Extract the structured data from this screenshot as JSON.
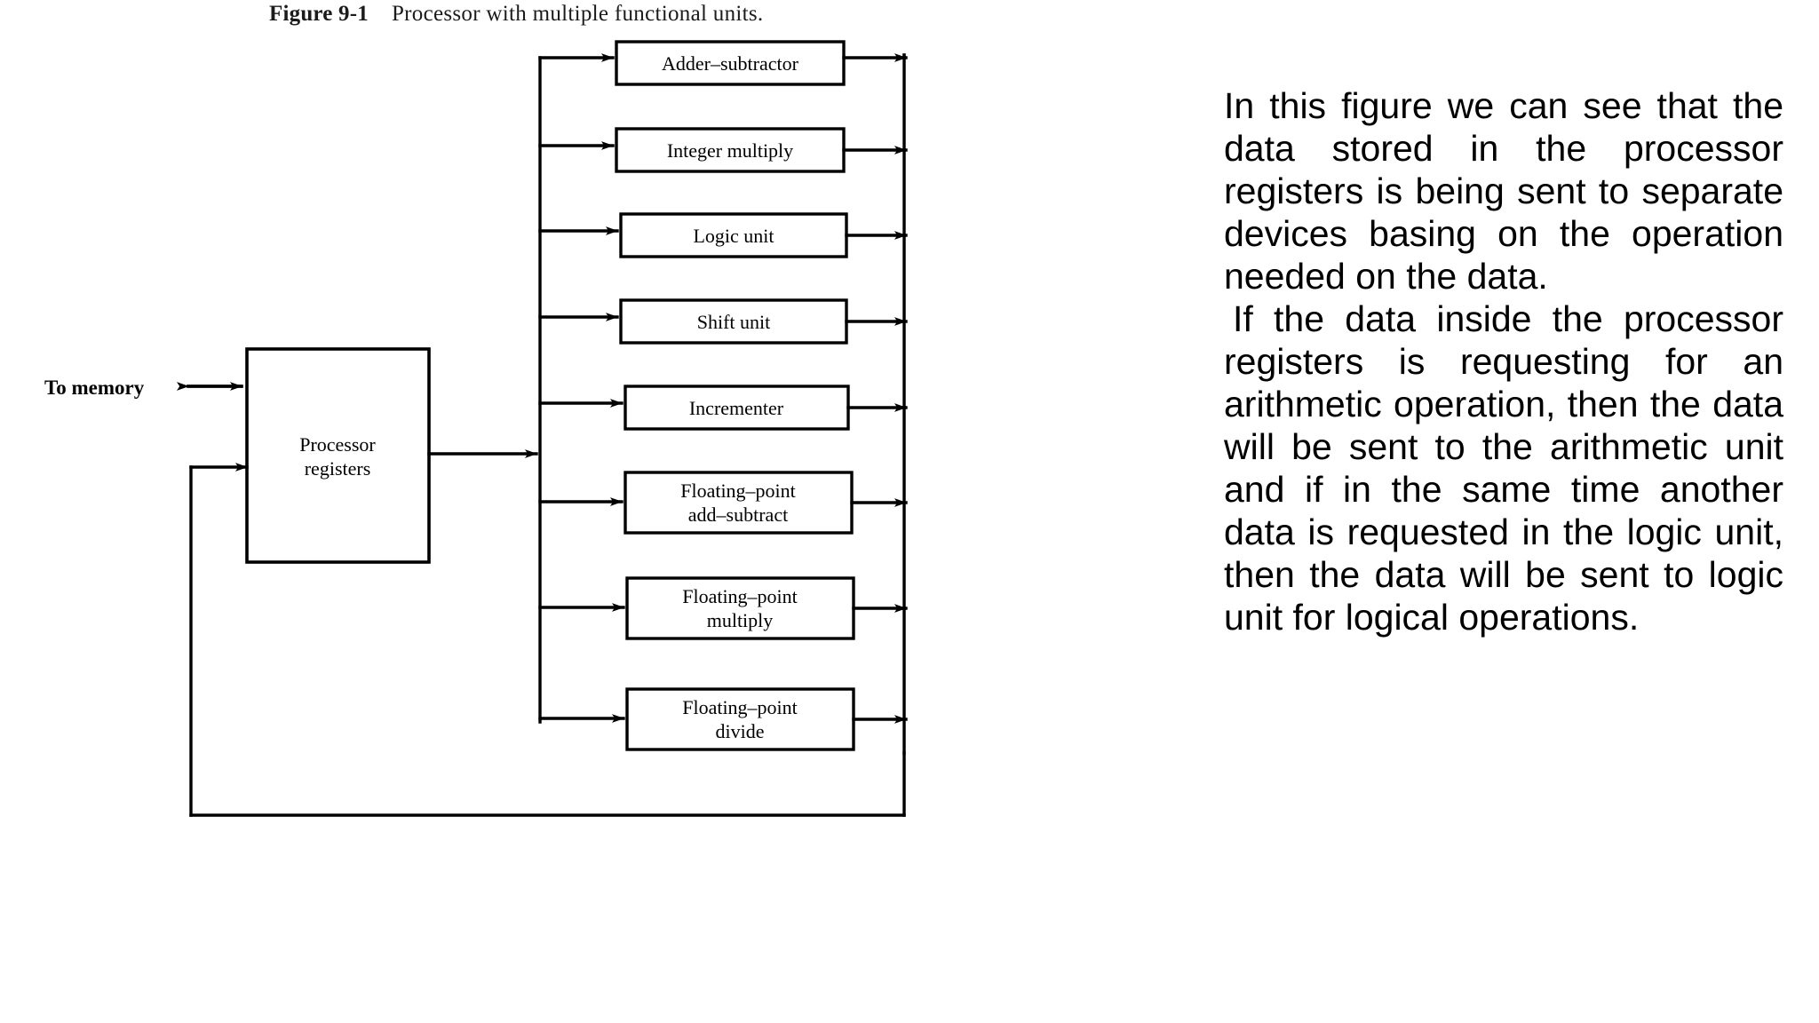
{
  "figure": {
    "label": "Figure 9-1",
    "caption": "Processor with multiple functional units."
  },
  "diagram": {
    "memory_label": "To memory",
    "register_block": {
      "line1": "Processor",
      "line2": "registers"
    },
    "units": [
      {
        "line1": "Adder–subtractor",
        "line2": ""
      },
      {
        "line1": "Integer multiply",
        "line2": ""
      },
      {
        "line1": "Logic unit",
        "line2": ""
      },
      {
        "line1": "Shift unit",
        "line2": ""
      },
      {
        "line1": "Incrementer",
        "line2": ""
      },
      {
        "line1": "Floating–point",
        "line2": "add–subtract"
      },
      {
        "line1": "Floating–point",
        "line2": "multiply"
      },
      {
        "line1": "Floating–point",
        "line2": "divide"
      }
    ]
  },
  "notes": {
    "paragraph1": "In this figure we can see that the data stored in the processor registers is being sent to separate devices basing on the operation needed on the data.",
    "paragraph2": "If the data inside the processor registers is requesting for an arithmetic operation, then the data will be sent to the arithmetic unit and if in the same time another data is requested in the logic unit, then the data will be sent to logic unit for logical operations."
  },
  "colors": {
    "ink": "#000000",
    "background": "#ffffff",
    "caption_ink": "#1b1b1b"
  }
}
